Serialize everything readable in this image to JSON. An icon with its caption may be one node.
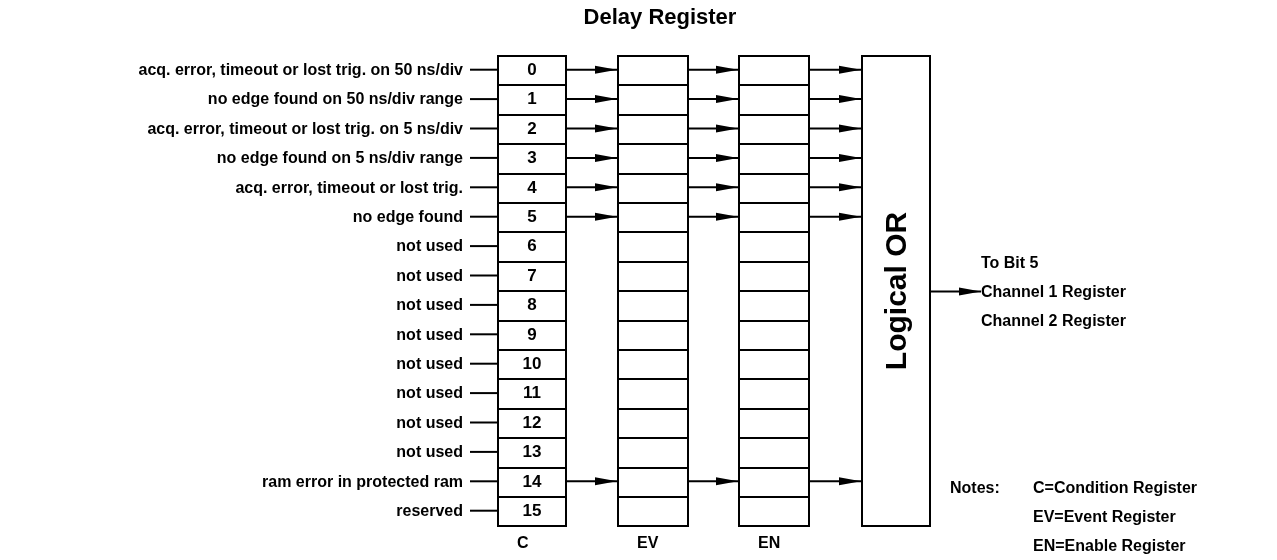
{
  "diagram": {
    "title": "Delay Register",
    "nodes": [
      {
        "text": [
          "acq. error, timeout or lost trig. on 50 ns/div"
        ]
      },
      {
        "text": [
          "no edge found on 50 ns/div range"
        ]
      },
      {
        "text": [
          "acq. error, timeout or lost trig. on 5 ns/div"
        ]
      },
      {
        "text": [
          "no edge found on 5 ns/div range"
        ]
      },
      {
        "text": [
          "acq. error, timeout or lost trig."
        ]
      },
      {
        "text": [
          "no edge found"
        ]
      },
      {
        "text": [
          "not used"
        ]
      },
      {
        "text": [
          "not used"
        ]
      },
      {
        "text": [
          "not used"
        ]
      },
      {
        "text": [
          "not used"
        ]
      },
      {
        "text": [
          "not used"
        ]
      },
      {
        "text": [
          "not used"
        ]
      },
      {
        "text": [
          "not used"
        ]
      },
      {
        "text": [
          "not used"
        ]
      },
      {
        "text": [
          "ram error in protected ram"
        ]
      },
      {
        "text": [
          "reserved"
        ]
      },
      {
        "text": [
          "0"
        ]
      },
      {
        "text": [
          "1"
        ]
      },
      {
        "text": [
          "2"
        ]
      },
      {
        "text": [
          "3"
        ]
      },
      {
        "text": [
          "4"
        ]
      },
      {
        "text": [
          "5"
        ]
      },
      {
        "text": [
          "6"
        ]
      },
      {
        "text": [
          "7"
        ]
      },
      {
        "text": [
          "8"
        ]
      },
      {
        "text": [
          "9"
        ]
      },
      {
        "text": [
          "10"
        ]
      },
      {
        "text": [
          "11"
        ]
      },
      {
        "text": [
          "12"
        ]
      },
      {
        "text": [
          "13"
        ]
      },
      {
        "text": [
          "14"
        ]
      },
      {
        "text": [
          "15"
        ]
      },
      {
        "text": [],
        "shape": "box"
      },
      {
        "text": [],
        "shape": "box"
      },
      {
        "text": [],
        "shape": "box"
      },
      {
        "text": [],
        "shape": "box"
      },
      {
        "text": [],
        "shape": "box"
      },
      {
        "text": [],
        "shape": "box"
      },
      {
        "text": [],
        "shape": "box"
      },
      {
        "text": [],
        "shape": "box"
      },
      {
        "text": [],
        "shape": "box"
      },
      {
        "text": [],
        "shape": "box"
      },
      {
        "text": [],
        "shape": "box"
      },
      {
        "text": [],
        "shape": "box"
      },
      {
        "text": [],
        "shape": "box"
      },
      {
        "text": [],
        "shape": "box"
      },
      {
        "text": [],
        "shape": "box"
      },
      {
        "text": [],
        "shape": "box"
      },
      {
        "text": [],
        "shape": "box"
      },
      {
        "text": [],
        "shape": "box"
      },
      {
        "text": [],
        "shape": "box"
      },
      {
        "text": [],
        "shape": "box"
      },
      {
        "text": [],
        "shape": "box"
      },
      {
        "text": [],
        "shape": "box"
      },
      {
        "text": [],
        "shape": "box"
      },
      {
        "text": [],
        "shape": "box"
      },
      {
        "text": [],
        "shape": "box"
      },
      {
        "text": [],
        "shape": "box"
      },
      {
        "text": [],
        "shape": "box"
      },
      {
        "text": [],
        "shape": "box"
      },
      {
        "text": [],
        "shape": "box"
      },
      {
        "text": [],
        "shape": "box"
      },
      {
        "text": [],
        "shape": "box"
      },
      {
        "text": [],
        "shape": "box"
      },
      {
        "text": [
          "Logical OR"
        ]
      },
      {
        "text": [
          "To Bit 5",
          "Channel 1 Register",
          "Channel 2 Register"
        ]
      }
    ],
    "edges": [
      {
        "from": 0,
        "to": 16,
        "arrow": "none"
      },
      {
        "from": 1,
        "to": 17,
        "arrow": "none"
      },
      {
        "from": 2,
        "to": 18,
        "arrow": "none"
      },
      {
        "from": 3,
        "to": 19,
        "arrow": "none"
      },
      {
        "from": 4,
        "to": 20,
        "arrow": "none"
      },
      {
        "from": 5,
        "to": 21,
        "arrow": "none"
      },
      {
        "from": 6,
        "to": 22,
        "arrow": "none"
      },
      {
        "from": 7,
        "to": 23,
        "arrow": "none"
      },
      {
        "from": 8,
        "to": 24,
        "arrow": "none"
      },
      {
        "from": 9,
        "to": 25,
        "arrow": "none"
      },
      {
        "from": 10,
        "to": 26,
        "arrow": "none"
      },
      {
        "from": 11,
        "to": 27,
        "arrow": "none"
      },
      {
        "from": 12,
        "to": 28,
        "arrow": "none"
      },
      {
        "from": 13,
        "to": 29,
        "arrow": "none"
      },
      {
        "from": 14,
        "to": 30,
        "arrow": "none"
      },
      {
        "from": 15,
        "to": 31,
        "arrow": "none"
      },
      {
        "from": 16,
        "to": 32,
        "arrow": "to"
      },
      {
        "from": 17,
        "to": 33,
        "arrow": "to"
      },
      {
        "from": 18,
        "to": 34,
        "arrow": "to"
      },
      {
        "from": 19,
        "to": 35,
        "arrow": "to"
      },
      {
        "from": 20,
        "to": 36,
        "arrow": "to"
      },
      {
        "from": 21,
        "to": 37,
        "arrow": "to"
      },
      {
        "from": 30,
        "to": 46,
        "arrow": "to"
      },
      {
        "from": 32,
        "to": 48,
        "arrow": "to"
      },
      {
        "from": 33,
        "to": 49,
        "arrow": "to"
      },
      {
        "from": 34,
        "to": 50,
        "arrow": "to"
      },
      {
        "from": 35,
        "to": 51,
        "arrow": "to"
      },
      {
        "from": 36,
        "to": 52,
        "arrow": "to"
      },
      {
        "from": 37,
        "to": 53,
        "arrow": "to"
      },
      {
        "from": 46,
        "to": 62,
        "arrow": "to"
      },
      {
        "from": 48,
        "to": 64,
        "arrow": "to"
      },
      {
        "from": 49,
        "to": 64,
        "arrow": "to"
      },
      {
        "from": 50,
        "to": 64,
        "arrow": "to"
      },
      {
        "from": 51,
        "to": 64,
        "arrow": "to"
      },
      {
        "from": 52,
        "to": 64,
        "arrow": "to"
      },
      {
        "from": 53,
        "to": 64,
        "arrow": "to"
      },
      {
        "from": 62,
        "to": 64,
        "arrow": "to"
      },
      {
        "from": 64,
        "to": 65,
        "arrow": "to"
      }
    ],
    "labels": [
      "C",
      "EV",
      "EN",
      "Notes:",
      "C=Condition Register",
      "EV=Event Register",
      "EN=Enable Register"
    ]
  }
}
